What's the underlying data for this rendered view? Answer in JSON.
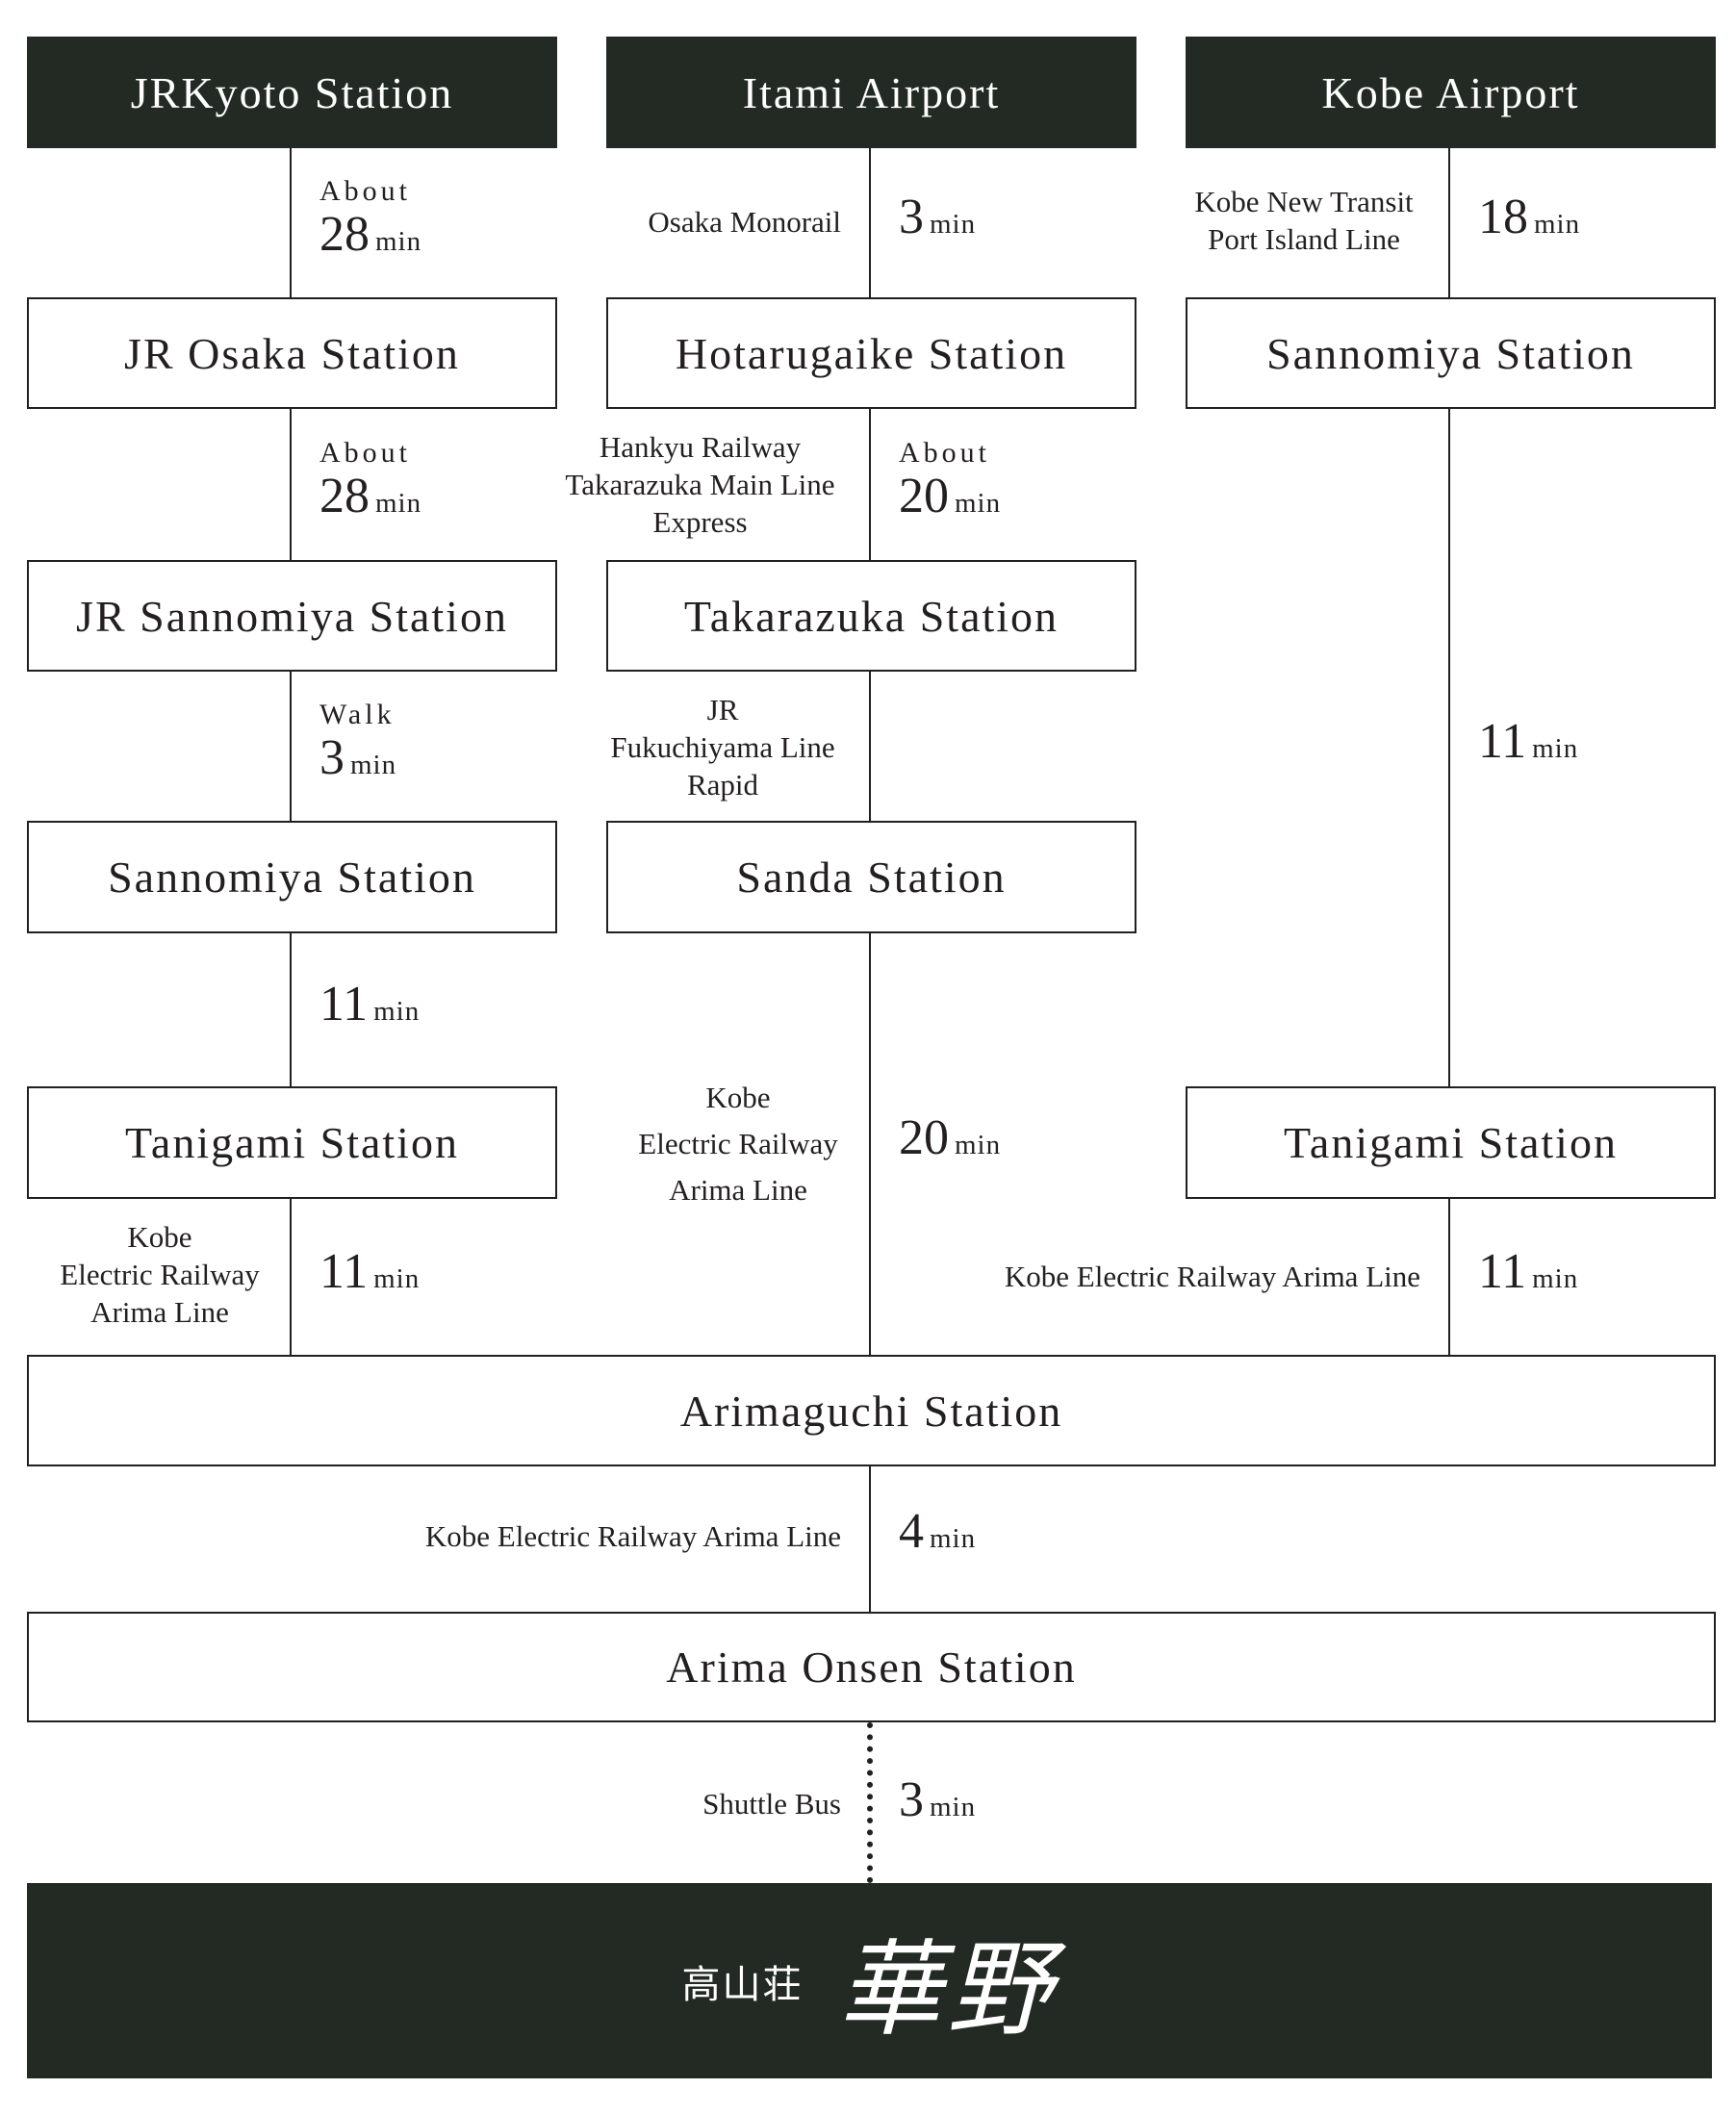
{
  "origins": {
    "kyoto": "JRKyoto Station",
    "itami": "Itami Airport",
    "kobe_airport": "Kobe Airport"
  },
  "stations": {
    "jr_osaka": "JR Osaka Station",
    "hotarugaike": "Hotarugaike Station",
    "sannomiya_right": "Sannomiya Station",
    "jr_sannomiya": "JR Sannomiya Station",
    "takarazuka": "Takarazuka Station",
    "sannomiya_left": "Sannomiya Station",
    "sanda": "Sanda Station",
    "tanigami_left": "Tanigami Station",
    "tanigami_right": "Tanigami Station",
    "arimaguchi": "Arimaguchi Station",
    "arima_onsen": "Arima Onsen Station"
  },
  "lines": {
    "osaka_monorail": "Osaka Monorail",
    "kobe_new_transit_1": "Kobe New Transit",
    "kobe_new_transit_2": "Port Island Line",
    "hankyu_1": "Hankyu Railway",
    "hankyu_2": "Takarazuka Main Line",
    "hankyu_3": "Express",
    "jr_fukuchiyama_1": "JR",
    "jr_fukuchiyama_2": "Fukuchiyama Line",
    "jr_fukuchiyama_3": "Rapid",
    "kobe_elec_mid_1": "Kobe",
    "kobe_elec_mid_2": "Electric Railway",
    "kobe_elec_mid_3": "Arima Line",
    "kobe_elec_left_1": "Kobe",
    "kobe_elec_left_2": "Electric Railway",
    "kobe_elec_left_3": "Arima Line",
    "kobe_elec_right": "Kobe Electric Railway Arima Line",
    "kobe_elec_bottom": "Kobe Electric Railway Arima Line",
    "shuttle_bus": "Shuttle Bus"
  },
  "times": {
    "kyoto_osaka": {
      "prefix": "About",
      "value": "28",
      "unit": "min"
    },
    "itami_hotarugaike": {
      "value": "3",
      "unit": "min"
    },
    "kobeair_sannomiya": {
      "value": "18",
      "unit": "min"
    },
    "osaka_sannomiya": {
      "prefix": "About",
      "value": "28",
      "unit": "min"
    },
    "hotarugaike_takarazuka": {
      "prefix": "About",
      "value": "20",
      "unit": "min"
    },
    "sannomiya_walk": {
      "prefix": "Walk",
      "value": "3",
      "unit": "min"
    },
    "sannomiya_tanigami_right": {
      "value": "11",
      "unit": "min"
    },
    "sannomiya_tanigami_left": {
      "value": "11",
      "unit": "min"
    },
    "sanda_arimaguchi": {
      "value": "20",
      "unit": "min"
    },
    "tanigami_arimaguchi_left": {
      "value": "11",
      "unit": "min"
    },
    "tanigami_arimaguchi_right": {
      "value": "11",
      "unit": "min"
    },
    "arimaguchi_onsen": {
      "value": "4",
      "unit": "min"
    },
    "shuttle": {
      "value": "3",
      "unit": "min"
    }
  },
  "destination": {
    "sub": "高山荘",
    "main": "華野"
  },
  "colors": {
    "dark": "#232a24",
    "line": "#231f20",
    "background": "#ffffff"
  }
}
